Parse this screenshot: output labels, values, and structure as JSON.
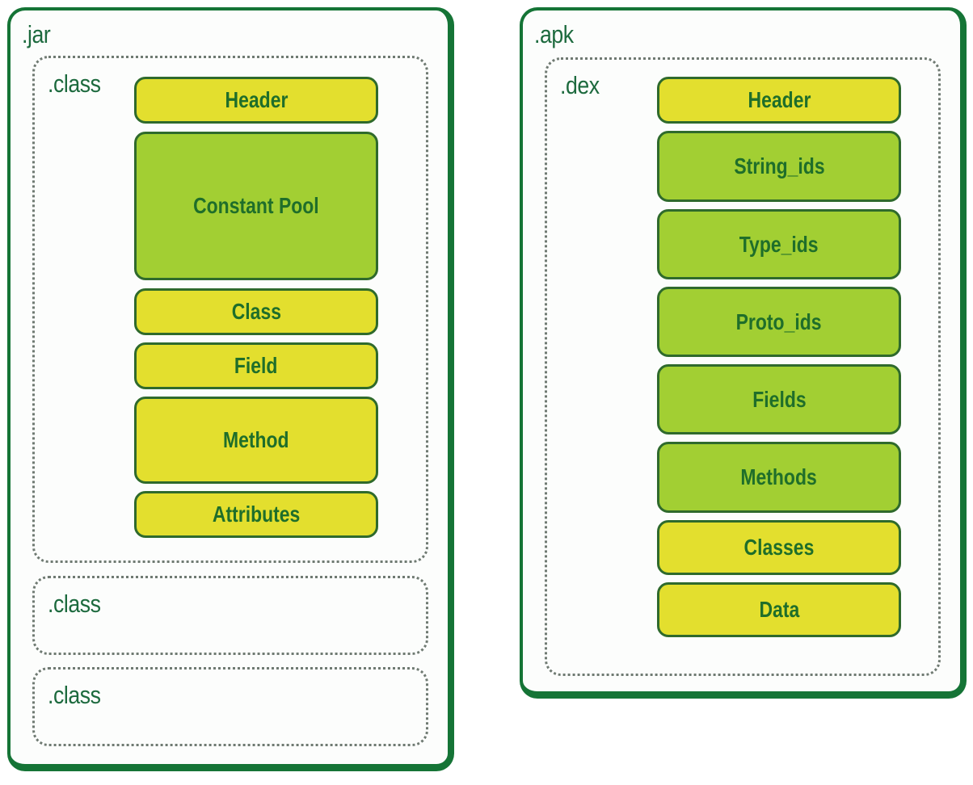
{
  "jar": {
    "label": ".jar",
    "class_files": [
      {
        "label": ".class",
        "sections": [
          {
            "label": "Header",
            "color": "yellow"
          },
          {
            "label": "Constant Pool",
            "color": "green"
          },
          {
            "label": "Class",
            "color": "yellow"
          },
          {
            "label": "Field",
            "color": "yellow"
          },
          {
            "label": "Method",
            "color": "yellow"
          },
          {
            "label": "Attributes",
            "color": "yellow"
          }
        ]
      },
      {
        "label": ".class"
      },
      {
        "label": ".class"
      }
    ]
  },
  "apk": {
    "label": ".apk",
    "dex": {
      "label": ".dex",
      "sections": [
        {
          "label": "Header",
          "color": "yellow"
        },
        {
          "label": "String_ids",
          "color": "green"
        },
        {
          "label": "Type_ids",
          "color": "green"
        },
        {
          "label": "Proto_ids",
          "color": "green"
        },
        {
          "label": "Fields",
          "color": "green"
        },
        {
          "label": "Methods",
          "color": "green"
        },
        {
          "label": "Classes",
          "color": "yellow"
        },
        {
          "label": "Data",
          "color": "yellow"
        }
      ]
    }
  },
  "colors": {
    "outer_border": "#157436",
    "text": "#1d6a3e",
    "yellow_block": "#e3df2e",
    "green_block": "#a2cf33",
    "block_border": "#2f6a2c",
    "dotted_border": "#6f7a72"
  }
}
